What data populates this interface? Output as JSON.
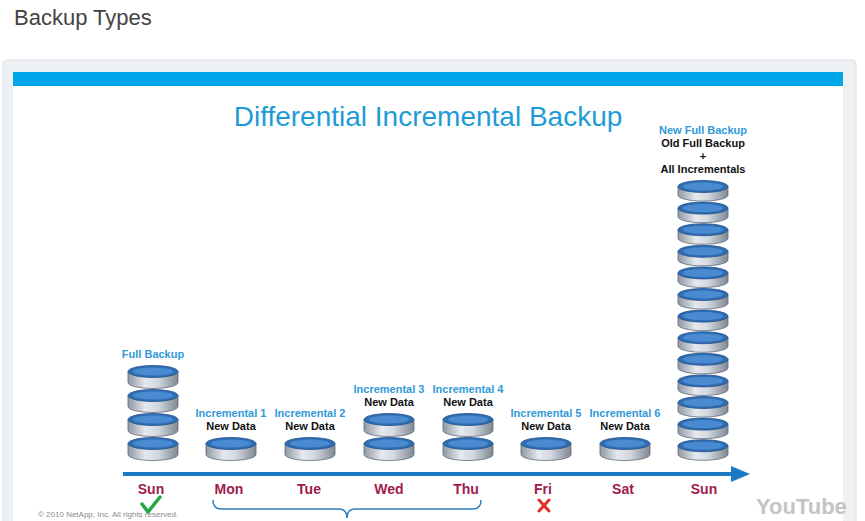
{
  "diagram": {
    "title": "Differential Incremental Backup",
    "nodes": [
      {
        "text": [
          "Full Backup"
        ]
      },
      {
        "text": [
          "Incremental 1",
          "New Data"
        ]
      },
      {
        "text": [
          "Incremental 2",
          "New Data"
        ]
      },
      {
        "text": [
          "Incremental 3",
          "New Data"
        ]
      },
      {
        "text": [
          "Incremental 4",
          "New Data"
        ]
      },
      {
        "text": [
          "Incremental 5",
          "New Data"
        ]
      },
      {
        "text": [
          "Incremental 6",
          "New Data"
        ]
      },
      {
        "text": [
          "New Full Backup",
          "Old Full Backup",
          "+",
          "All Incrementals"
        ]
      }
    ],
    "labels": [
      "Backup Types",
      "Sun",
      "Mon",
      "Tue",
      "Wed",
      "Thu",
      "Fri",
      "Sat",
      "Sun",
      "© 2010 NetApp, Inc. All rights reserved.",
      "YouTube"
    ]
  }
}
